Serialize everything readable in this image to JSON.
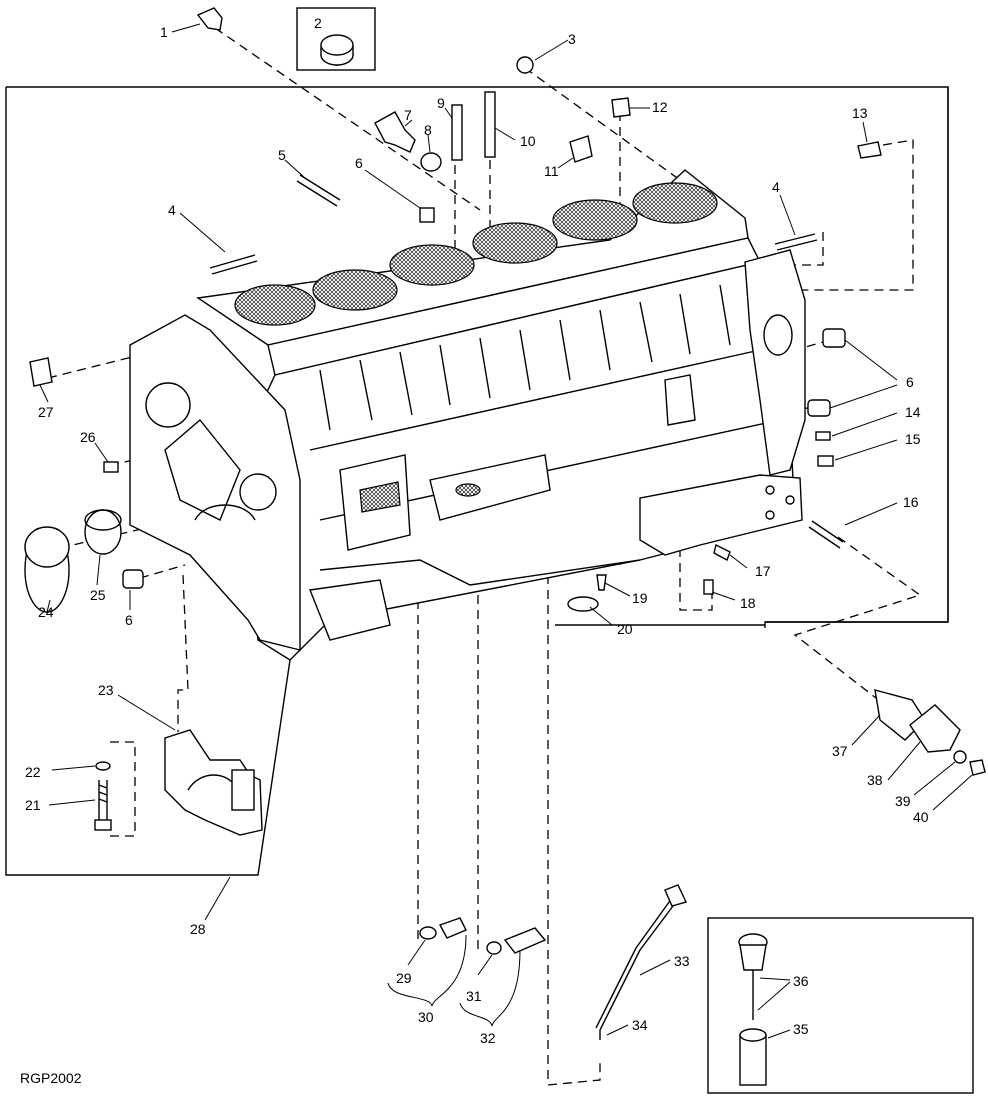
{
  "diagram": {
    "reference_code": "RGP2002",
    "callouts": [
      {
        "id": "c1",
        "text": "1"
      },
      {
        "id": "c2",
        "text": "2"
      },
      {
        "id": "c3",
        "text": "3"
      },
      {
        "id": "c4a",
        "text": "4"
      },
      {
        "id": "c4b",
        "text": "4"
      },
      {
        "id": "c5",
        "text": "5"
      },
      {
        "id": "c6a",
        "text": "6"
      },
      {
        "id": "c6b",
        "text": "6"
      },
      {
        "id": "c6c",
        "text": "6"
      },
      {
        "id": "c7",
        "text": "7"
      },
      {
        "id": "c8",
        "text": "8"
      },
      {
        "id": "c9",
        "text": "9"
      },
      {
        "id": "c10",
        "text": "10"
      },
      {
        "id": "c11",
        "text": "11"
      },
      {
        "id": "c12",
        "text": "12"
      },
      {
        "id": "c13",
        "text": "13"
      },
      {
        "id": "c14",
        "text": "14"
      },
      {
        "id": "c15",
        "text": "15"
      },
      {
        "id": "c16",
        "text": "16"
      },
      {
        "id": "c17",
        "text": "17"
      },
      {
        "id": "c18",
        "text": "18"
      },
      {
        "id": "c19",
        "text": "19"
      },
      {
        "id": "c20",
        "text": "20"
      },
      {
        "id": "c21",
        "text": "21"
      },
      {
        "id": "c22",
        "text": "22"
      },
      {
        "id": "c23",
        "text": "23"
      },
      {
        "id": "c24",
        "text": "24"
      },
      {
        "id": "c25",
        "text": "25"
      },
      {
        "id": "c26",
        "text": "26"
      },
      {
        "id": "c27",
        "text": "27"
      },
      {
        "id": "c28",
        "text": "28"
      },
      {
        "id": "c29",
        "text": "29"
      },
      {
        "id": "c30",
        "text": "30"
      },
      {
        "id": "c31",
        "text": "31"
      },
      {
        "id": "c32",
        "text": "32"
      },
      {
        "id": "c33",
        "text": "33"
      },
      {
        "id": "c34",
        "text": "34"
      },
      {
        "id": "c35",
        "text": "35"
      },
      {
        "id": "c36",
        "text": "36"
      },
      {
        "id": "c37",
        "text": "37"
      },
      {
        "id": "c38",
        "text": "38"
      },
      {
        "id": "c39",
        "text": "39"
      },
      {
        "id": "c40",
        "text": "40"
      }
    ]
  }
}
